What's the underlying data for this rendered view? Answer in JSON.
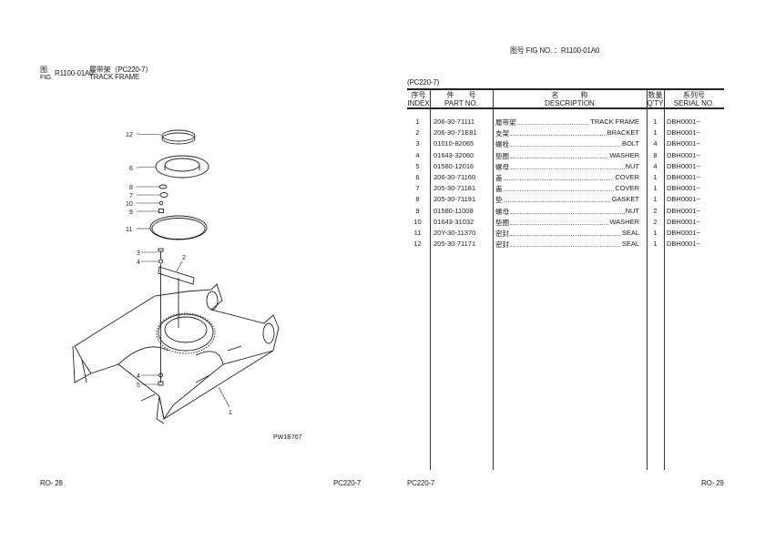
{
  "right_header": {
    "fig_label": "图号 FIG NO. ：R1100-01A0"
  },
  "left_header": {
    "fig_cn": "图",
    "fig_en": "FIG.",
    "fig_no": "R1100-01A0",
    "title_cn": "履带架（PC220-7）",
    "title_en": "TRACK FRAME"
  },
  "table": {
    "model": "(PC220-7)",
    "headers": [
      {
        "cn": "序号",
        "en": "INDEX"
      },
      {
        "cn": "件　　号",
        "en": "PART NO."
      },
      {
        "cn": "名　　　称",
        "en": "DESCRIPTION"
      },
      {
        "cn": "数量",
        "en": "Q'TY"
      },
      {
        "cn": "系列号",
        "en": "SERIAL NO."
      }
    ],
    "rows": [
      {
        "index": "1",
        "part": "206-30-71111",
        "cn": "履带架",
        "en": "TRACK FRAME",
        "qty": "1",
        "serial": "DBH0001~"
      },
      {
        "index": "2",
        "part": "206-30-71E81",
        "cn": "支架",
        "en": "BRACKET",
        "qty": "1",
        "serial": "DBH0001~"
      },
      {
        "index": "3",
        "part": "01010-82065",
        "cn": "螺栓",
        "en": "BOLT",
        "qty": "4",
        "serial": "DBH0001~"
      },
      {
        "index": "4",
        "part": "01643-32060",
        "cn": "垫圈",
        "en": "WASHER",
        "qty": "8",
        "serial": "DBH0001~"
      },
      {
        "index": "5",
        "part": "01580-12016",
        "cn": "螺母",
        "en": "NUT",
        "qty": "4",
        "serial": "DBH0001~"
      },
      {
        "index": "6",
        "part": "206-30-71160",
        "cn": "盖",
        "en": "COVER",
        "qty": "1",
        "serial": "DBH0001~"
      },
      {
        "index": "7",
        "part": "205-30-71181",
        "cn": "盖",
        "en": "COVER",
        "qty": "1",
        "serial": "DBH0001~"
      },
      {
        "index": "8",
        "part": "205-30-71191",
        "cn": "垫",
        "en": "GASKET",
        "qty": "1",
        "serial": "DBH0001~"
      },
      {
        "index": "9",
        "part": "01580-11008",
        "cn": "螺母",
        "en": "NUT",
        "qty": "2",
        "serial": "DBH0001~"
      },
      {
        "index": "10",
        "part": "01643-31032",
        "cn": "垫圈",
        "en": "WASHER",
        "qty": "2",
        "serial": "DBH0001~"
      },
      {
        "index": "11",
        "part": "20Y-30-11370",
        "cn": "密封",
        "en": "SEAL",
        "qty": "1",
        "serial": "DBH0001~"
      },
      {
        "index": "12",
        "part": "205-30-71171",
        "cn": "密封",
        "en": "SEAL",
        "qty": "1",
        "serial": "DBH0001~"
      }
    ]
  },
  "diagram": {
    "callouts": [
      "12",
      "6",
      "8",
      "7",
      "10",
      "9",
      "11",
      "3",
      "4",
      "2",
      "4",
      "5",
      "1"
    ],
    "drawing_no": "PW1B767"
  },
  "footer": {
    "left_page": "RO- 28",
    "left_model": "PC220-7",
    "right_model": "PC220-7",
    "right_page": "RO- 29"
  }
}
